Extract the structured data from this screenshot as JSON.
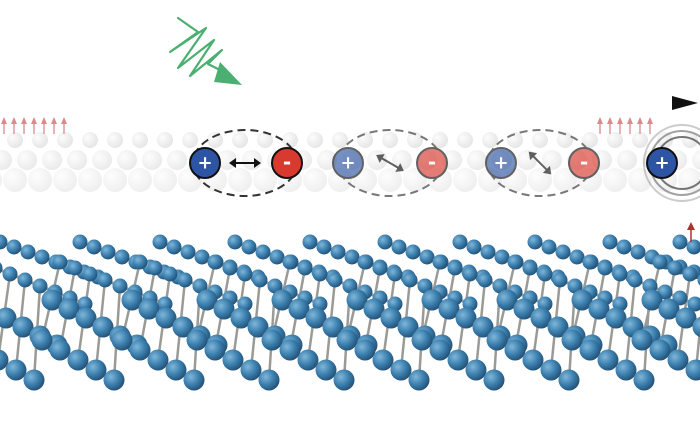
{
  "colors": {
    "background": "#ffffff",
    "lattice_atom": "#3b7fae",
    "lattice_atom_highlight": "#7fb6d9",
    "lattice_bond": "#9a9a96",
    "molecule_layer": "#d4d4d4",
    "positive_charge": "#2e55a3",
    "negative_charge": "#d93a30",
    "photon": "#4caf72",
    "transport_arrow": "#111111",
    "spin_arrow": "#d98c8c"
  },
  "icons": {
    "photon": "light-wave-icon",
    "transport": "arrow-right-icon",
    "exciton_pair": "exciton-pair-icon",
    "dipole": "double-headed-arrow-icon"
  },
  "labels": {
    "positive": "+",
    "negative": "-"
  },
  "excitons": [
    {
      "state": "bound",
      "opacity": 1.0
    },
    {
      "state": "bound",
      "opacity": 0.65
    },
    {
      "state": "bound",
      "opacity": 0.65
    },
    {
      "state": "free",
      "opacity": 1.0
    }
  ]
}
